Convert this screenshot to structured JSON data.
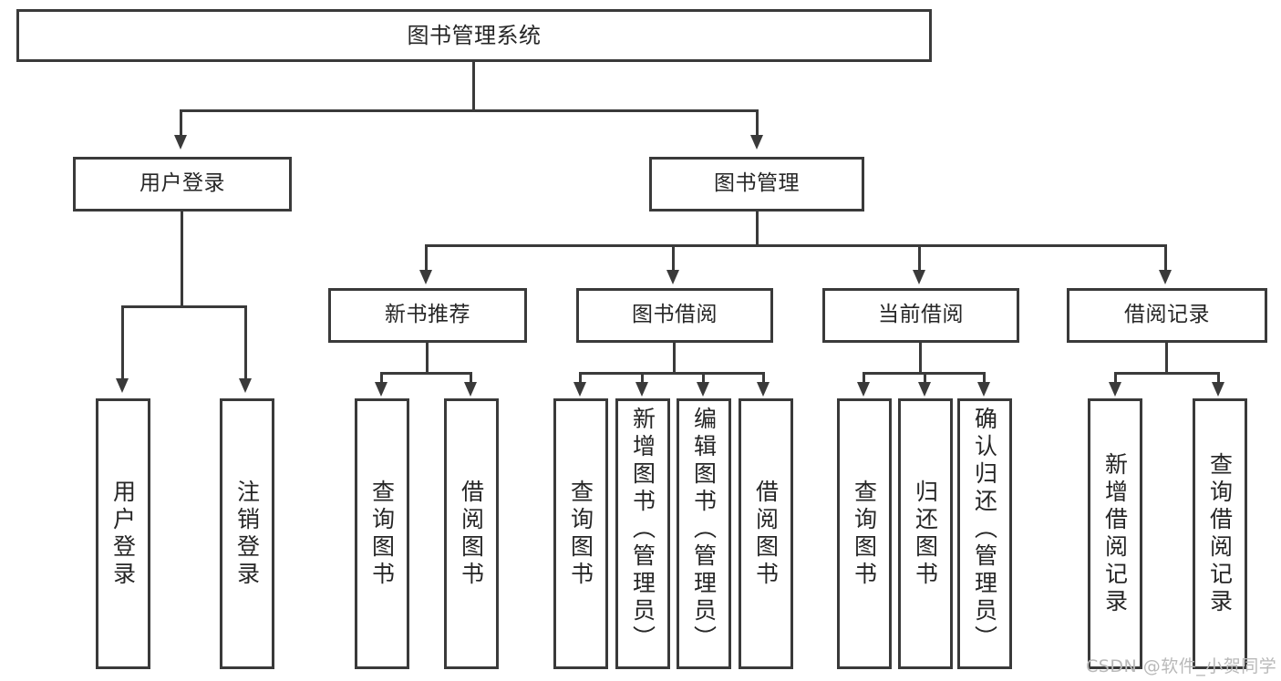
{
  "diagram": {
    "title": "图书管理系统",
    "type": "tree",
    "watermark": "CSDN @软件_小贺同学",
    "colors": {
      "stroke": "#3a3a3a",
      "fill": "#ffffff",
      "text": "#262626",
      "watermark": "#b9b9b9"
    },
    "root": {
      "label": "图书管理系统"
    },
    "level2": [
      {
        "label": "用户登录"
      },
      {
        "label": "图书管理"
      }
    ],
    "level3": [
      {
        "label": "新书推荐"
      },
      {
        "label": "图书借阅"
      },
      {
        "label": "当前借阅"
      },
      {
        "label": "借阅记录"
      }
    ],
    "leaves": {
      "user_login": [
        {
          "label": "用户登录"
        },
        {
          "label": "注销登录"
        }
      ],
      "new_book": [
        {
          "label": "查询图书"
        },
        {
          "label": "借阅图书"
        }
      ],
      "book_borrow": [
        {
          "label": "查询图书"
        },
        {
          "label": "新增图书（管理员）"
        },
        {
          "label": "编辑图书（管理员）"
        },
        {
          "label": "借阅图书"
        }
      ],
      "current_borrow": [
        {
          "label": "查询图书"
        },
        {
          "label": "归还图书"
        },
        {
          "label": "确认归还（管理员）"
        }
      ],
      "borrow_record": [
        {
          "label": "新增借阅记录"
        },
        {
          "label": "查询借阅记录"
        }
      ]
    }
  }
}
